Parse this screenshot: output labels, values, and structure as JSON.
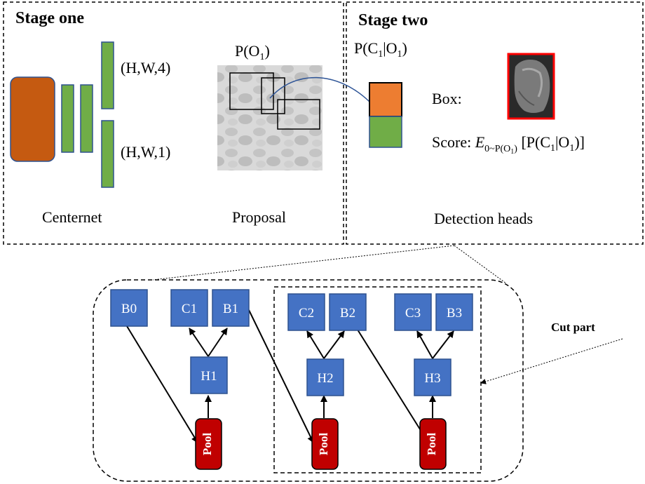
{
  "stage_one": {
    "title": "Stage one",
    "shape_label_1": "(H,W,4)",
    "shape_label_2": "(H,W,1)",
    "backbone_label": "Centernet",
    "proposal_prob": "P(O",
    "proposal_prob_sub": "1",
    "proposal_prob_close": ")",
    "proposal_label": "Proposal"
  },
  "stage_two": {
    "title": "Stage two",
    "cond_prob_prefix": "P(C",
    "cond_prob_sub1": "1",
    "cond_prob_mid": "|O",
    "cond_prob_sub2": "1",
    "cond_prob_close": ")",
    "box_label": "Box:",
    "score_label": "Score: ",
    "score_expectation": "E",
    "score_subscript": "0~P(O",
    "score_subscript_sub": "1",
    "score_subscript_close": ")",
    "score_bracket_open": " [P(C",
    "score_bracket_sub1": "1",
    "score_bracket_mid": "|O",
    "score_bracket_sub2": "1",
    "score_bracket_close": ")]",
    "heads_label": "Detection heads"
  },
  "heads": {
    "nodes": [
      "B0",
      "C1",
      "B1",
      "C2",
      "B2",
      "C3",
      "B3",
      "H1",
      "H2",
      "H3"
    ],
    "pool_label": "Pool",
    "cut_label": "Cut part"
  },
  "colors": {
    "node_blue": "#4472C4",
    "node_border": "#2F528F",
    "backbone_orange": "#C55A11",
    "feature_green": "#70AD47",
    "class_orange": "#ED7D31",
    "pool_red": "#C00000",
    "crop_border": "#FF0000",
    "curve_blue": "#2F5597"
  }
}
